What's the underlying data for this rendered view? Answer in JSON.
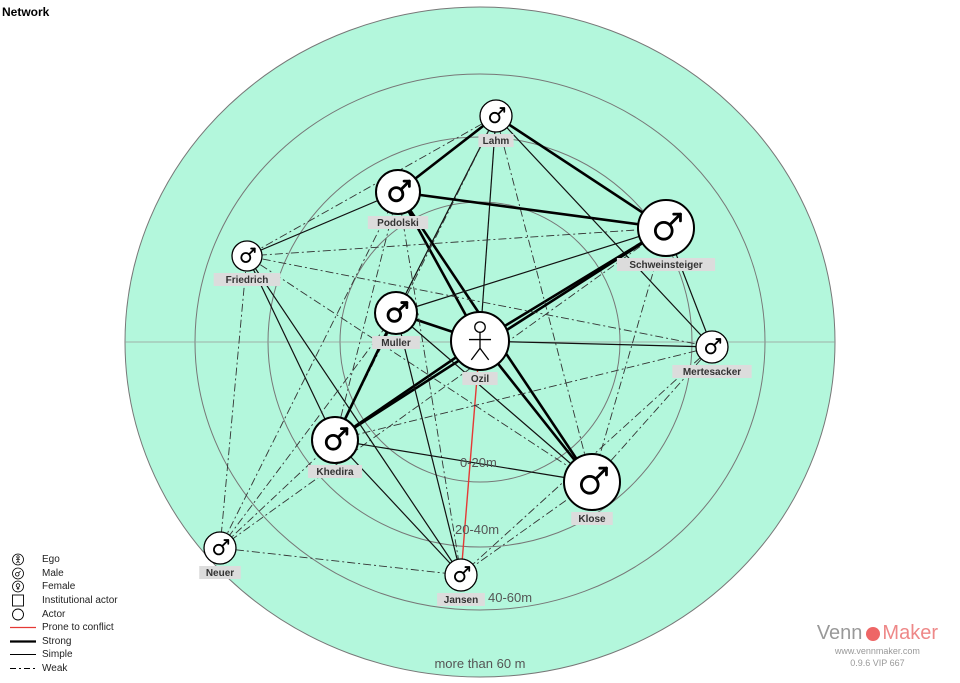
{
  "title": "Network",
  "rings": {
    "labels": [
      "0-20m",
      "20-40m",
      "40-60m",
      "more than 60 m"
    ],
    "fill_color": "#b3f7dc"
  },
  "ego": {
    "label": "Ozil",
    "icon": "stick-figure-icon"
  },
  "actors": [
    {
      "id": "lahm",
      "label": "Lahm",
      "icon": "male-icon"
    },
    {
      "id": "podolski",
      "label": "Podolski",
      "icon": "male-icon"
    },
    {
      "id": "schweinsteiger",
      "label": "Schweinsteiger",
      "icon": "male-icon"
    },
    {
      "id": "friedrich",
      "label": "Friedrich",
      "icon": "male-icon"
    },
    {
      "id": "muller",
      "label": "Muller",
      "icon": "male-icon"
    },
    {
      "id": "ozil",
      "label": "Ozil",
      "icon": "stick-figure-icon"
    },
    {
      "id": "mertesacker",
      "label": "Mertesacker",
      "icon": "male-icon"
    },
    {
      "id": "khedira",
      "label": "Khedira",
      "icon": "male-icon"
    },
    {
      "id": "klose",
      "label": "Klose",
      "icon": "male-icon"
    },
    {
      "id": "neuer",
      "label": "Neuer",
      "icon": "male-icon"
    },
    {
      "id": "jansen",
      "label": "Jansen",
      "icon": "male-icon"
    }
  ],
  "edges": [
    {
      "from": "ozil",
      "to": "lahm",
      "type": "simple"
    },
    {
      "from": "ozil",
      "to": "podolski",
      "type": "strong"
    },
    {
      "from": "ozil",
      "to": "schweinsteiger",
      "type": "strong"
    },
    {
      "from": "ozil",
      "to": "muller",
      "type": "strong"
    },
    {
      "from": "ozil",
      "to": "mertesacker",
      "type": "simple"
    },
    {
      "from": "ozil",
      "to": "khedira",
      "type": "strong"
    },
    {
      "from": "ozil",
      "to": "klose",
      "type": "strong"
    },
    {
      "from": "ozil",
      "to": "jansen",
      "type": "conflict"
    },
    {
      "from": "lahm",
      "to": "podolski",
      "type": "strong"
    },
    {
      "from": "lahm",
      "to": "schweinsteiger",
      "type": "strong"
    },
    {
      "from": "lahm",
      "to": "mertesacker",
      "type": "simple"
    },
    {
      "from": "lahm",
      "to": "muller",
      "type": "simple"
    },
    {
      "from": "lahm",
      "to": "khedira",
      "type": "weak"
    },
    {
      "from": "lahm",
      "to": "klose",
      "type": "weak"
    },
    {
      "from": "lahm",
      "to": "friedrich",
      "type": "weak"
    },
    {
      "from": "podolski",
      "to": "schweinsteiger",
      "type": "strong"
    },
    {
      "from": "podolski",
      "to": "klose",
      "type": "strong"
    },
    {
      "from": "podolski",
      "to": "friedrich",
      "type": "simple"
    },
    {
      "from": "podolski",
      "to": "khedira",
      "type": "weak"
    },
    {
      "from": "podolski",
      "to": "neuer",
      "type": "weak"
    },
    {
      "from": "podolski",
      "to": "jansen",
      "type": "weak"
    },
    {
      "from": "schweinsteiger",
      "to": "muller",
      "type": "simple"
    },
    {
      "from": "schweinsteiger",
      "to": "khedira",
      "type": "strong"
    },
    {
      "from": "schweinsteiger",
      "to": "mertesacker",
      "type": "simple"
    },
    {
      "from": "schweinsteiger",
      "to": "friedrich",
      "type": "weak"
    },
    {
      "from": "schweinsteiger",
      "to": "klose",
      "type": "weak"
    },
    {
      "from": "schweinsteiger",
      "to": "neuer",
      "type": "weak"
    },
    {
      "from": "friedrich",
      "to": "mertesacker",
      "type": "weak"
    },
    {
      "from": "friedrich",
      "to": "jansen",
      "type": "simple"
    },
    {
      "from": "friedrich",
      "to": "khedira",
      "type": "simple"
    },
    {
      "from": "friedrich",
      "to": "neuer",
      "type": "weak"
    },
    {
      "from": "friedrich",
      "to": "klose",
      "type": "weak"
    },
    {
      "from": "muller",
      "to": "khedira",
      "type": "strong"
    },
    {
      "from": "muller",
      "to": "klose",
      "type": "simple"
    },
    {
      "from": "muller",
      "to": "jansen",
      "type": "simple"
    },
    {
      "from": "muller",
      "to": "neuer",
      "type": "weak"
    },
    {
      "from": "mertesacker",
      "to": "khedira",
      "type": "weak"
    },
    {
      "from": "mertesacker",
      "to": "jansen",
      "type": "weak"
    },
    {
      "from": "mertesacker",
      "to": "klose",
      "type": "weak"
    },
    {
      "from": "khedira",
      "to": "klose",
      "type": "simple"
    },
    {
      "from": "khedira",
      "to": "jansen",
      "type": "simple"
    },
    {
      "from": "khedira",
      "to": "neuer",
      "type": "weak"
    },
    {
      "from": "klose",
      "to": "jansen",
      "type": "weak"
    },
    {
      "from": "neuer",
      "to": "jansen",
      "type": "weak"
    }
  ],
  "legend": [
    {
      "symbol": "ego-icon",
      "label": "Ego"
    },
    {
      "symbol": "male-icon",
      "label": "Male"
    },
    {
      "symbol": "female-icon",
      "label": "Female"
    },
    {
      "symbol": "square-icon",
      "label": "Institutional actor"
    },
    {
      "symbol": "circle-icon",
      "label": "Actor"
    },
    {
      "symbol": "conflict-line",
      "label": "Prone to conflict",
      "color": "#e53935"
    },
    {
      "symbol": "strong-line",
      "label": "Strong"
    },
    {
      "symbol": "simple-line",
      "label": "Simple"
    },
    {
      "symbol": "weak-line",
      "label": "Weak"
    }
  ],
  "brand": {
    "name_part1": "Venn",
    "name_part2": "Maker",
    "url": "www.vennmaker.com",
    "version": "0.9.6 VIP 667"
  }
}
